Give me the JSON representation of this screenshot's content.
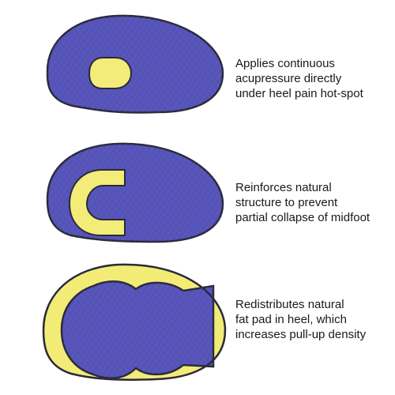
{
  "colors": {
    "pad_fill": "#5654b8",
    "pad_outline": "#2a2a3c",
    "insert_fill": "#f3ec78",
    "text": "#1a1a1a"
  },
  "panels": [
    {
      "insert": "heel-spot-insert",
      "caption": [
        "Applies continuous",
        "acupressure directly",
        "under heel pain hot-spot"
      ]
    },
    {
      "insert": "horseshoe-insert",
      "caption": [
        "Reinforces natural",
        "structure to prevent",
        "partial collapse of midfoot"
      ]
    },
    {
      "insert": "perimeter-insert",
      "caption": [
        "Redistributes natural",
        "fat pad in heel, which",
        "increases pull-up density"
      ]
    }
  ]
}
